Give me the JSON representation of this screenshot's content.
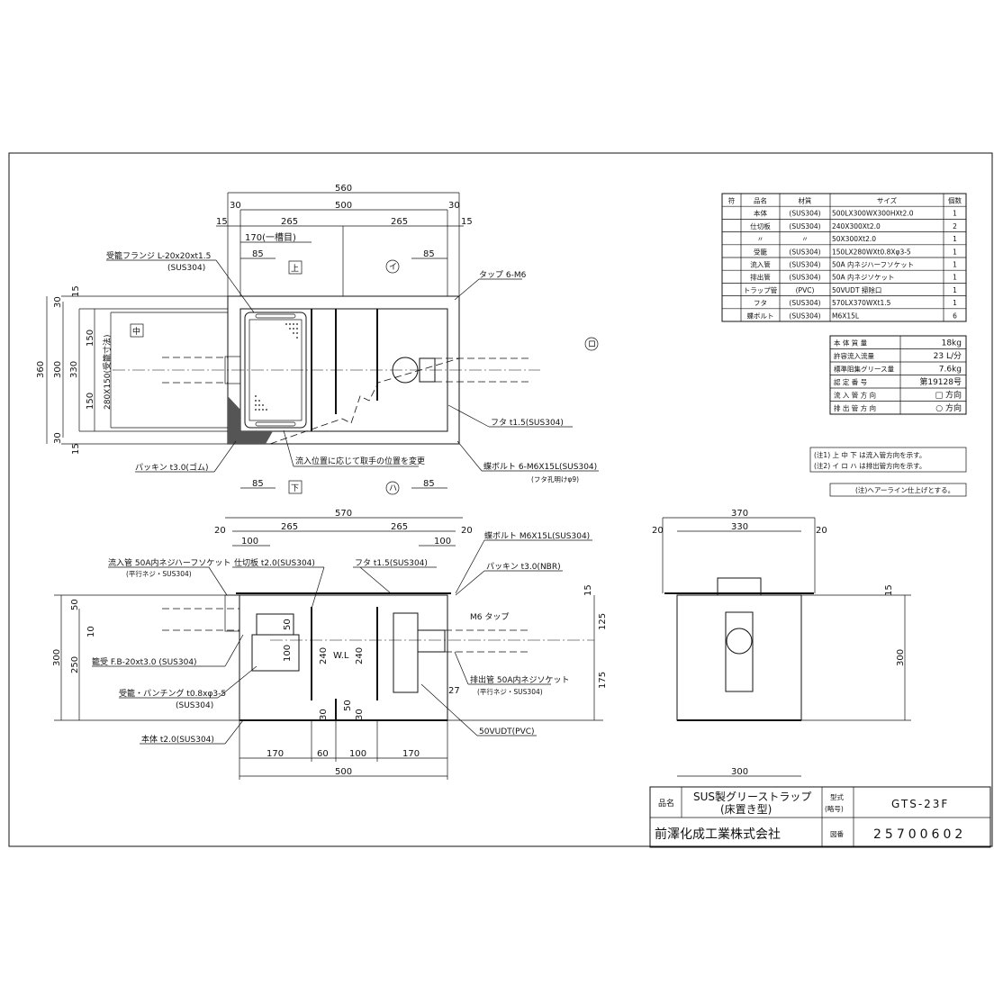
{
  "plan_view": {
    "dims": {
      "d560": "560",
      "d500": "500",
      "d30a": "30",
      "d30b": "30",
      "d15a": "15",
      "d15b": "15",
      "d265a": "265",
      "d265b": "265",
      "d170": "170(一槽目)",
      "d85a": "85",
      "d85b": "85",
      "d85c": "85",
      "d85d": "85",
      "l360": "360",
      "l300": "300",
      "l330": "330",
      "l30a": "30",
      "l30b": "30",
      "l15a": "15",
      "l15b": "15",
      "l150a": "150",
      "l150b": "150",
      "l280": "280X150(受籠寸法)"
    },
    "labels": {
      "flange": "受籠フランジ L-20x20xt1.5",
      "flange_mat": "(SUS304)",
      "tap": "タップ 6-M6",
      "lid": "フタ t1.5(SUS304)",
      "bolt": "蝶ボルト 6-M6X15L(SUS304)",
      "bolt_sub": "(フタ孔明けφ9)",
      "packing": "パッキン t3.0(ゴム)",
      "handle_note": "流入位置に応じて取手の位置を変更",
      "dir_up": "上",
      "dir_mid": "中",
      "dir_down": "下",
      "out_i": "イ",
      "out_ro": "ロ",
      "out_ha": "ハ"
    }
  },
  "front_view": {
    "dims": {
      "d570": "570",
      "d20a": "20",
      "d20b": "20",
      "d265a": "265",
      "d265b": "265",
      "d100a": "100",
      "d100b": "100",
      "r15": "15",
      "r125": "125",
      "r175": "175",
      "l300": "300",
      "l250": "250",
      "l50": "50",
      "l10": "10",
      "b170a": "170",
      "b60": "60",
      "b100": "100",
      "b170b": "170",
      "b500": "500",
      "i50": "50",
      "i100": "100",
      "i240a": "240",
      "i240b": "240",
      "i30a": "30",
      "i50b": "50",
      "i30b": "30",
      "i27": "27",
      "wl": "W.L"
    },
    "labels": {
      "inlet": "流入管 50A内ネジハーフソケット",
      "inlet_sub": "(平行ネジ・SUS304)",
      "partition": "仕切板 t2.0(SUS304)",
      "lid": "フタ t1.5(SUS304)",
      "bolt": "蝶ボルト M6X15L(SUS304)",
      "packing": "パッキン t3.0(NBR)",
      "tap": "M6 タップ",
      "frame": "籠受 F.B-20xt3.0 (SUS304)",
      "basket": "受籠・パンチング t0.8xφ3-5",
      "basket_sub": "(SUS304)",
      "outlet": "排出管 50A内ネジソケット",
      "outlet_sub": "(平行ネジ・SUS304)",
      "trap": "50VUDT(PVC)",
      "body": "本体 t2.0(SUS304)"
    }
  },
  "side_view": {
    "dims": {
      "d370": "370",
      "d330": "330",
      "d20a": "20",
      "d20b": "20",
      "d15": "15",
      "d300r": "300",
      "d300b": "300"
    }
  },
  "parts_table": {
    "headers": [
      "符",
      "品名",
      "材質",
      "サイズ",
      "個数"
    ],
    "rows": [
      [
        "",
        "本体",
        "(SUS304)",
        "500LX300WX300HXt2.0",
        "1"
      ],
      [
        "",
        "仕切板",
        "(SUS304)",
        "240X300Xt2.0",
        "2"
      ],
      [
        "",
        "〃",
        "〃",
        "50X300Xt2.0",
        "1"
      ],
      [
        "",
        "受籠",
        "(SUS304)",
        "150LX280WXt0.8Xφ3-5",
        "1"
      ],
      [
        "",
        "流入管",
        "(SUS304)",
        "50A 内ネジハーフソケット",
        "1"
      ],
      [
        "",
        "排出管",
        "(SUS304)",
        "50A 内ネジソケット",
        "1"
      ],
      [
        "",
        "トラップ管",
        "(PVC)",
        "50VUDT 掃除口",
        "1"
      ],
      [
        "",
        "フタ",
        "(SUS304)",
        "570LX370WXt1.5",
        "1"
      ],
      [
        "",
        "蝶ボルト",
        "(SUS304)",
        "M6X15L",
        "6"
      ]
    ]
  },
  "spec_table": {
    "rows": [
      [
        "本 体 質 量",
        "18kg"
      ],
      [
        "許容流入流量",
        "23 L/分"
      ],
      [
        "標準阻集グリース量",
        "7.6kg"
      ],
      [
        "認 定 番 号",
        "第19128号"
      ],
      [
        "流 入 管 方 向",
        "□ 方向"
      ],
      [
        "排 出 管 方 向",
        "○ 方向"
      ]
    ]
  },
  "notes": {
    "note1": "(注1) 上 中 下 は流入管方向を示す。",
    "note2": "(注2) イ ロ ハ は排出管方向を示す。",
    "note3": "(注)ヘアーライン仕上げとする。"
  },
  "title_block": {
    "name_label": "品名",
    "product_name": "SUS製グリーストラップ",
    "product_sub": "(床置き型)",
    "model_label": "型式",
    "model_label_sub": "(略号)",
    "model": "GTS-23F",
    "company": "前澤化成工業株式会社",
    "drawing_label": "図番",
    "drawing_no": "25700602"
  }
}
